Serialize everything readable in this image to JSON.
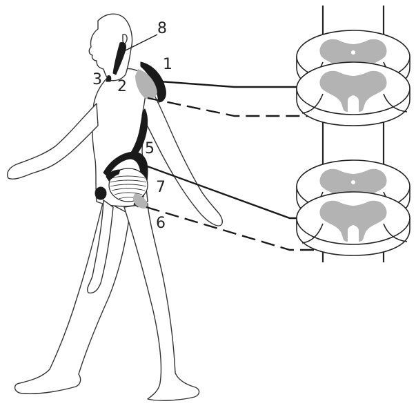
{
  "labels": {
    "l1": "1",
    "l2": "2",
    "l3": "3",
    "l5": "5",
    "l6": "6",
    "l7": "7",
    "l8": "8"
  }
}
